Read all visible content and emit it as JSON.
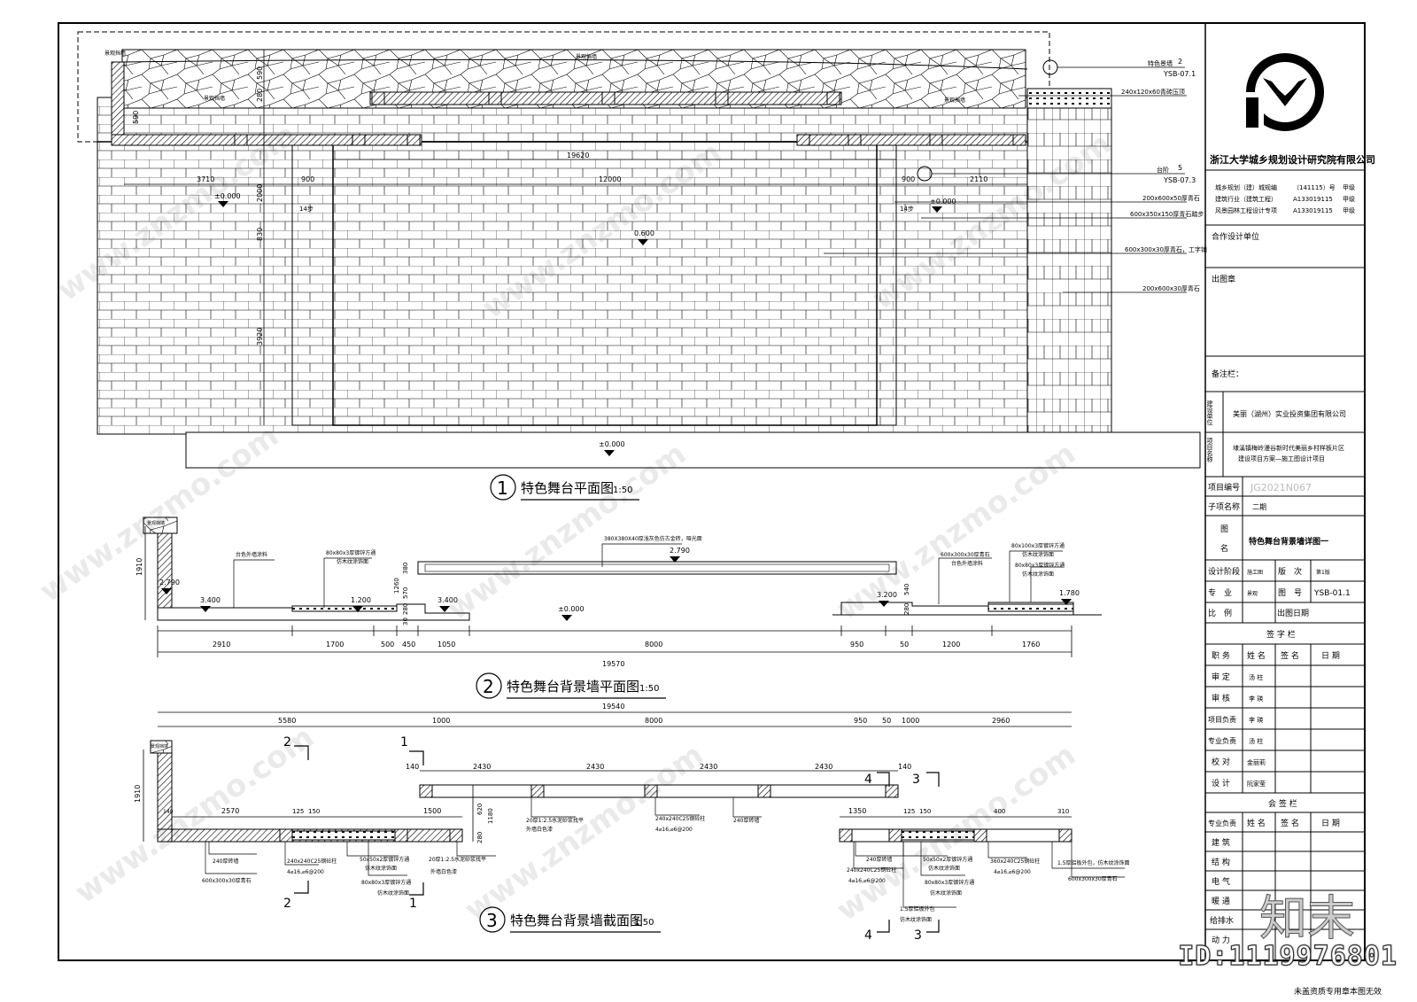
{
  "titles": {
    "view1": {
      "num": "1",
      "text": "特色舞台平面图",
      "scale": "1:50"
    },
    "view2": {
      "num": "2",
      "text": "特色舞台背景墙平面图",
      "scale": "1:50"
    },
    "view3": {
      "num": "3",
      "text": "特色舞台背景墙截面图",
      "scale": "1:50"
    }
  },
  "plan": {
    "dims": {
      "d19620": "19620",
      "d12000": "12000",
      "d3710": "3710",
      "d900a": "900",
      "d900b": "900",
      "d2110": "2110",
      "d590": "590",
      "d280": "280",
      "d590b": "590",
      "d2000": "2000",
      "d830": "830",
      "d3920": "3920"
    },
    "levels": {
      "l0a": "±0.000",
      "l0b": "±0.000",
      "l600": "0.600",
      "l0c": "±0.000"
    },
    "steps": {
      "s1": "14步",
      "s2": "14步"
    },
    "labels": {
      "lt1": "景观挡墙",
      "lt2": "景观挡墙",
      "lt3": "景观挡墙",
      "lt4": "景观挡墙"
    },
    "callouts": {
      "c1": {
        "label": "特色景墙",
        "num": "2",
        "ref": "YSB-07.1"
      },
      "c2": {
        "label": "台阶",
        "num": "5",
        "ref": "YSB-07.3"
      }
    },
    "notes": {
      "n1": "240x120x60青砖压顶",
      "n2": "200x600x50厚青石",
      "n3": "600x350x150厚青石踏步",
      "n4": "600x300x30厚青石，工字铺",
      "n5": "200x600x30厚青石"
    }
  },
  "wallplan": {
    "dims": {
      "d1910": "1910",
      "d2910": "2910",
      "d1700": "1700",
      "d500": "500",
      "d450": "450",
      "d1050": "1050",
      "d8000": "8000",
      "d950": "950",
      "d50": "50",
      "d1200": "1200",
      "d1760": "1760",
      "d19570": "19570",
      "d380": "380",
      "d1260": "1260",
      "d570": "570",
      "d280a": "280",
      "d30": "30",
      "d540": "540",
      "d280b": "280"
    },
    "levels": {
      "l2790a": "2.790",
      "l3400a": "3.400",
      "l1200": "1.200",
      "l3400b": "3.400",
      "l0": "±0.000",
      "l2790b": "2.790",
      "l3200": "3.200",
      "l1780": "1.780"
    },
    "notes": {
      "n1": "台色外墙涂料",
      "n2": "80x80x3厚镀锌方通",
      "n3": "仿木纹涂饰面",
      "n4": "380X380X40厚浅灰色仿古金砖，哑光面",
      "n5": "600x300x30厚青石",
      "n6": "台色外墙涂料",
      "n7": "80x100x3厚镀锌方通",
      "n8": "仿木纹涂饰面",
      "n9": "80x80x3厚镀锌方通",
      "n10": "仿木纹涂饰面",
      "n11": "景观挡墙"
    }
  },
  "section": {
    "dims": {
      "d19540": "19540",
      "d5580": "5580",
      "d1000a": "1000",
      "d8000": "8000",
      "d950": "950",
      "d50": "50",
      "d1000b": "1000",
      "d2960": "2960",
      "d140a": "140",
      "d2430a": "2430",
      "d2430b": "2430",
      "d2430c": "2430",
      "d2430d": "2430",
      "d140b": "140",
      "d2570": "2570",
      "d1500": "1500",
      "d1350": "1350",
      "d1910": "1910",
      "d620": "620",
      "d1180": "1180",
      "d280": "280",
      "d140c": "140",
      "d400": "400",
      "d310": "310",
      "d125a": "125",
      "d150a": "150",
      "d125b": "125",
      "d150b": "150"
    },
    "marks": {
      "m1": "1",
      "m2": "2",
      "m2b": "2",
      "m1b": "1",
      "m3": "3",
      "m4": "4",
      "m3b": "3",
      "m4b": "4"
    },
    "notes": {
      "n1": "20厚1:2.5水泥砂浆找平",
      "n2": "外墙白色漆",
      "n3": "240x240C25钢砼柱",
      "n4": "4⌀16,⌀6@200",
      "n5": "240厚砖墙",
      "n6": "240厚砖墙",
      "n7": "600x300x30厚青石",
      "n8": "240x240C25钢砼柱",
      "n9": "4⌀16,⌀6@200",
      "n10": "50x50x2厚镀锌方通",
      "n11": "仿木纹涂饰面",
      "n12": "80x80x3厚镀锌方通",
      "n13": "仿木纹涂饰面",
      "n14": "20厚1:2.5水泥砂浆找平",
      "n15": "外墙白色漆",
      "n16": "240厚砖墙",
      "n17": "240x240C25钢砼柱",
      "n18": "4⌀16,⌀6@200",
      "n19": "50x50x2厚镀锌方通",
      "n20": "仿木纹涂饰面",
      "n21": "80x80x3厚镀锌方通",
      "n22": "仿木纹涂饰面",
      "n23": "1.5厚铝板外包",
      "n24": "仿木纹涂饰面",
      "n25": "360x240C25钢砼柱",
      "n26": "4⌀16,⌀6@200",
      "n27": "1.5厚铝板外包，仿木纹涂饰面",
      "n28": "600x300x30厚青石",
      "n29": "景观挡墙"
    }
  },
  "titleblock": {
    "company": "浙江大学城乡规划设计研究院有限公司",
    "quals": [
      {
        "a": "城乡规划（建）城规编",
        "b": "（141115）号",
        "c": "甲级"
      },
      {
        "a": "建筑行业（建筑工程）",
        "b": "A133019115",
        "c": "甲级"
      },
      {
        "a": "风景园林工程设计专项",
        "b": "A133019115",
        "c": "甲级"
      }
    ],
    "coop": "合作设计单位",
    "stamp": "出图章",
    "remarks": "备注栏：",
    "client_label": "建设单位",
    "client": "美丽（湖州）实业投资集团有限公司",
    "project_label": "项目名称",
    "project1": "埭溪镇梅岭漫谷新时代美丽乡村样板片区",
    "project2": "建设项目方案—施工图设计项目",
    "proj_no_label": "项目编号",
    "proj_no": "JG2021N067",
    "sub_label": "子项名称",
    "sub": "二期",
    "drawing_label_a": "图",
    "drawing_label_b": "名",
    "drawing": "特色舞台背景墙详图一",
    "stage_label": "设计阶段",
    "stage": "施工图",
    "rev_label": "版　次",
    "rev": "第1版",
    "disc_label": "专　业",
    "disc": "景观",
    "no_label": "图　号",
    "no": "YSB-01.1",
    "scale_label": "比　例",
    "date_label": "出图日期",
    "sign_header": "签 字 栏",
    "sign_cols": [
      "职 务",
      "姓 名",
      "签 名",
      "日 期"
    ],
    "signs": [
      {
        "role": "审 定",
        "name": "汤 柱"
      },
      {
        "role": "审 核",
        "name": "李 瑛"
      },
      {
        "role": "项目负责",
        "name": "李 瑛"
      },
      {
        "role": "专业负责",
        "name": "汤 柱"
      },
      {
        "role": "校 对",
        "name": "金丽莉"
      },
      {
        "role": "设 计",
        "name": "阮家莹"
      }
    ],
    "cosign_header": "会 签 栏",
    "cosign_cols": [
      "专业负责",
      "姓 名",
      "签 名",
      "日 期"
    ],
    "cosign": [
      "建 筑",
      "结 构",
      "电 气",
      "暖 通",
      "给排水",
      "动 力"
    ]
  },
  "watermark": {
    "id": "ID:1119976801",
    "brand": "知末",
    "site": "www.znzmo.com",
    "footer": "未盖资质专用章本图无效"
  }
}
